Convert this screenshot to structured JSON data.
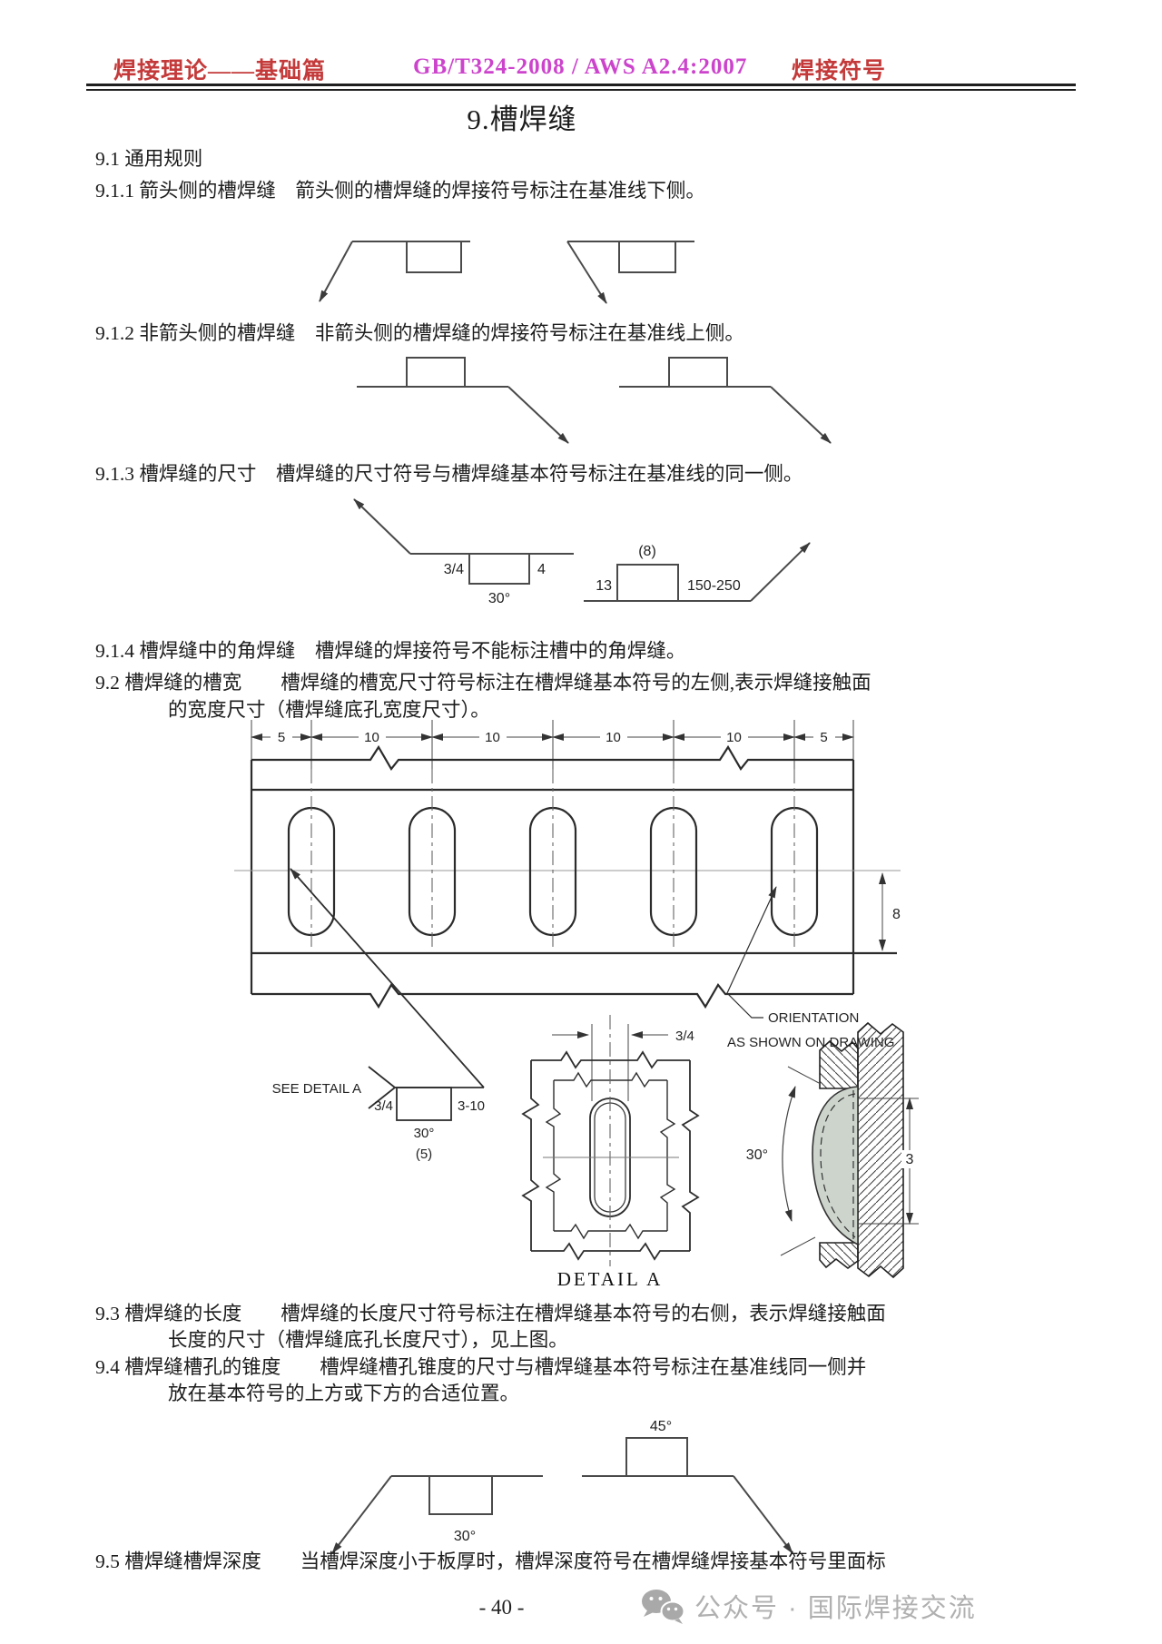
{
  "header": {
    "left": "焊接理论——基础篇",
    "center": "GB/T324-2008 / AWS A2.4:2007",
    "right": "焊接符号"
  },
  "title": "9.槽焊缝",
  "paragraphs": {
    "s91": "9.1 通用规则",
    "s911": "9.1.1 箭头侧的槽焊缝　箭头侧的槽焊缝的焊接符号标注在基准线下侧。",
    "s912": "9.1.2 非箭头侧的槽焊缝　非箭头侧的槽焊缝的焊接符号标注在基准线上侧。",
    "s913": "9.1.3 槽焊缝的尺寸　槽焊缝的尺寸符号与槽焊缝基本符号标注在基准线的同一侧。",
    "s914": "9.1.4 槽焊缝中的角焊缝　槽焊缝的焊接符号不能标注槽中的角焊缝。",
    "s92_line1": "9.2 槽焊缝的槽宽　　槽焊缝的槽宽尺寸符号标注在槽焊缝基本符号的左侧,表示焊缝接触面",
    "s92_line2": "的宽度尺寸（槽焊缝底孔宽度尺寸）。",
    "s93_line1": "9.3 槽焊缝的长度　　槽焊缝的长度尺寸符号标注在槽焊缝基本符号的右侧，表示焊缝接触面",
    "s93_line2": "长度的尺寸（槽焊缝底孔长度尺寸），见上图。",
    "s94_line1": "9.4 槽焊缝槽孔的锥度　　槽焊缝槽孔锥度的尺寸与槽焊缝基本符号标注在基准线同一侧并",
    "s94_line2": "放在基本符号的上方或下方的合适位置。",
    "s95": "9.5 槽焊缝槽焊深度　　当槽焊深度小于板厚时，槽焊深度符号在槽焊缝焊接基本符号里面标"
  },
  "d913": {
    "left_num": "3/4",
    "right_num": "4",
    "angle": "30°",
    "paren": "(8)",
    "width": "13",
    "range": "150-250"
  },
  "plate": {
    "dims": [
      "5",
      "10",
      "10",
      "10",
      "10",
      "5"
    ],
    "height": "8"
  },
  "weld_symbol": {
    "label": "SEE DETAIL A",
    "left_num": "3/4",
    "right_num": "3-10",
    "angle": "30°",
    "count": "(5)"
  },
  "orientation": {
    "line1": "ORIENTATION",
    "line2": "AS SHOWN ON DRAWING"
  },
  "detail_a": {
    "dim": "3/4",
    "caption": "DETAIL A"
  },
  "side_view": {
    "angle": "30°",
    "depth": "3"
  },
  "d94": {
    "left_angle": "30°",
    "right_angle": "45°"
  },
  "footer": {
    "page": "- 40 -",
    "watermark": "公众号 · 国际焊接交流"
  },
  "colors": {
    "header_red": "#c43a3a",
    "header_magenta": "#cc44cc",
    "weld_fill": "#ccd4cc"
  }
}
